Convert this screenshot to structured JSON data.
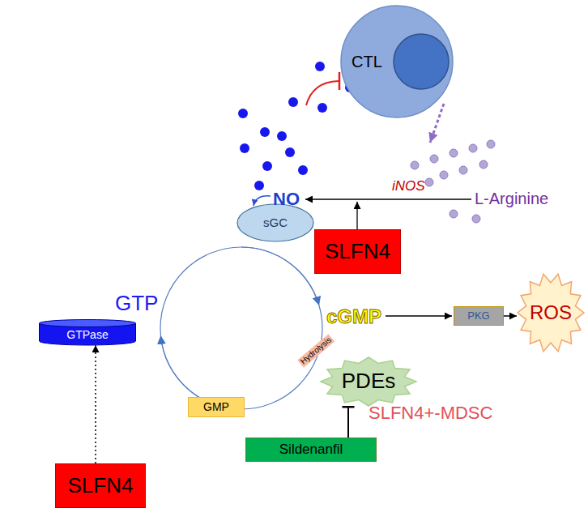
{
  "diagram": {
    "nodes": [
      {
        "text": [
          "CTL"
        ]
      },
      {
        "text": [
          "SLFN4+-MDSC"
        ]
      },
      {
        "text": [
          "sGC"
        ],
        "in": 1
      },
      {
        "text": [
          "SLFN4"
        ],
        "in": 1
      },
      {
        "text": [
          "PKG"
        ],
        "in": 1
      },
      {
        "text": [
          "ROS"
        ],
        "in": 1
      },
      {
        "text": [
          "GTPase"
        ],
        "in": 1
      },
      {
        "text": [
          "PDEs"
        ],
        "in": 1
      },
      {
        "text": [
          "GMP"
        ],
        "in": 1
      },
      {
        "text": [
          "SLFN4"
        ],
        "in": 1
      },
      {
        "text": [
          "Sildenanfil"
        ],
        "in": 1
      }
    ],
    "edges": [
      {
        "from": 4,
        "to": 5,
        "arrow": "to"
      },
      {
        "from": 9,
        "to": 6,
        "arrow": "to"
      },
      {
        "from": 10,
        "to": 7,
        "arrow": "none"
      }
    ],
    "labels": [
      "iNOS",
      "NO",
      "L-Arginine",
      "GTP",
      "cGMP",
      "Hydrolysis"
    ]
  }
}
